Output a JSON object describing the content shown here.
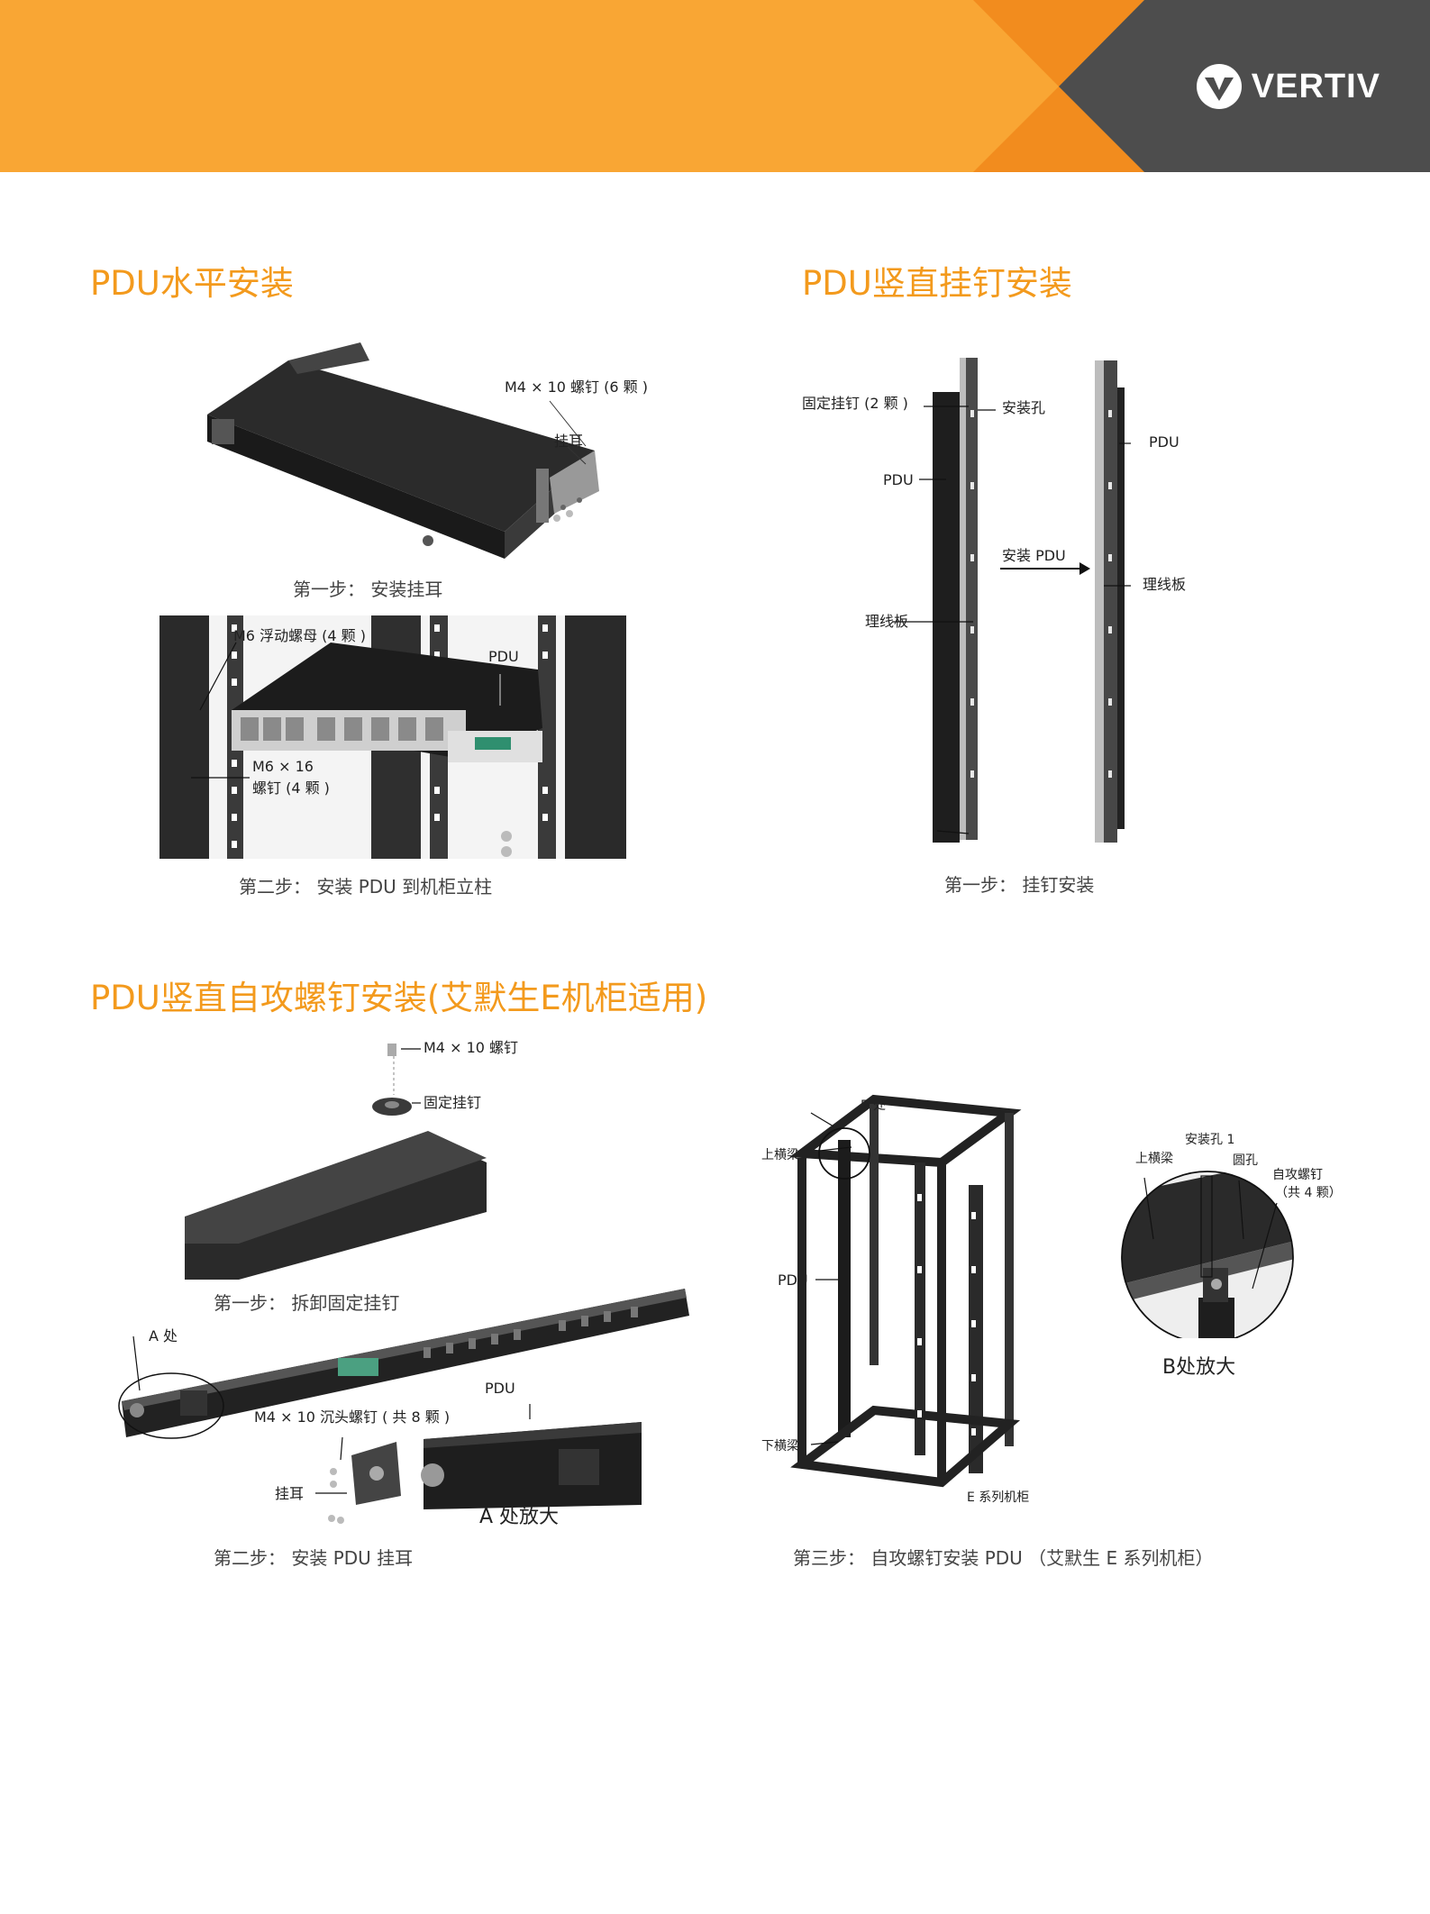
{
  "brand": {
    "name": "VERTIV",
    "colors": {
      "orange": "#f9a634",
      "dark_orange": "#f28c1e",
      "gray": "#4d4d4d",
      "title_orange": "#f39a1d"
    }
  },
  "sections": {
    "horizontal": {
      "title": "PDU水平安装",
      "step1": {
        "caption": "第一步： 安装挂耳",
        "label_screw": "M4 × 10 螺钉 (6 颗 )",
        "label_ear": "挂耳"
      },
      "step2": {
        "caption": "第二步： 安装 PDU 到机柜立柱",
        "label_nut": "M6 浮动螺母 (4 颗 )",
        "label_pdu": "PDU",
        "label_screw_a": "M6 × 16",
        "label_screw_b": "螺钉 (4 颗 )"
      }
    },
    "vertical_hook": {
      "title": "PDU竖直挂钉安装",
      "caption": "第一步： 挂钉安装",
      "label_peg": "固定挂钉 (2 颗 )",
      "label_hole": "安装孔",
      "label_pdu_left": "PDU",
      "label_pdu_right": "PDU",
      "label_install": "安装 PDU",
      "label_board_left": "理线板",
      "label_board_right": "理线板"
    },
    "vertical_tap": {
      "title": "PDU竖直自攻螺钉安装(艾默生E机柜适用)",
      "step1": {
        "caption": "第一步： 拆卸固定挂钉",
        "label_screw": "M4 × 10 螺钉",
        "label_peg": "固定挂钉"
      },
      "step2": {
        "caption": "第二步： 安装 PDU 挂耳",
        "label_a": "A 处",
        "label_pdu": "PDU",
        "label_screw": "M4 × 10 沉头螺钉 ( 共 8 颗 )",
        "label_ear": "挂耳",
        "label_zoom": "A 处放大"
      },
      "step3": {
        "caption": "第三步： 自攻螺钉安装 PDU （艾默生 E 系列机柜）",
        "label_b": "B 处",
        "label_top_beam": "上横梁",
        "label_pdu": "PDU",
        "label_bottom_beam": "下横梁",
        "label_cabinet": "E 系列机柜"
      },
      "zoom_b": {
        "label_hole": "安装孔 1",
        "label_top_beam": "上横梁",
        "label_round_hole": "圆孔",
        "label_screw_a": "自攻螺钉",
        "label_screw_b": "（共 4 颗）",
        "label_zoom": "B处放大"
      }
    }
  }
}
